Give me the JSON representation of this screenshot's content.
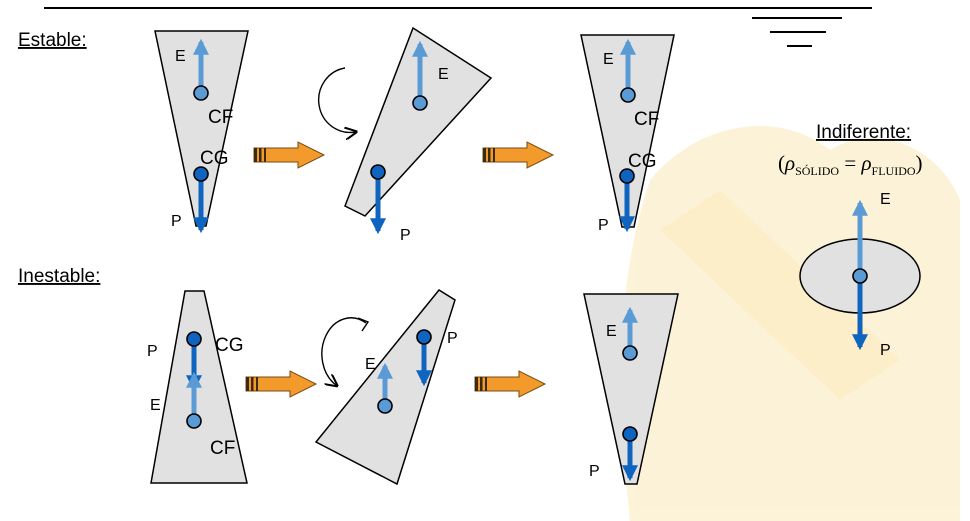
{
  "labels": {
    "stable": "Estable:",
    "unstable": "Inestable:",
    "indifferent": "Indiferente:",
    "buoyancy": "E",
    "weight": "P",
    "center_buoyancy": "CF",
    "center_gravity": "CG",
    "rho": "ρ",
    "solid_sub": "SÓLIDO",
    "fluid_sub": "FLUIDO",
    "open_paren": "(",
    "equals": " = ",
    "close_paren": ")"
  },
  "colors": {
    "body_fill": "#e1e1e1",
    "buoyancy_arrow": "#5b9bd5",
    "weight_arrow": "#0f64c0",
    "center_gravity_dot": "#0f64c0",
    "center_buoyancy_dot": "#5b9bd5",
    "transition_arrow": "#f39a2c",
    "watermark": "#fbe9b8"
  },
  "icons": {
    "transition": "orange-block-arrow-icon",
    "rotation": "curved-rotation-arrow-icon",
    "surface": "water-surface-symbol-icon"
  }
}
